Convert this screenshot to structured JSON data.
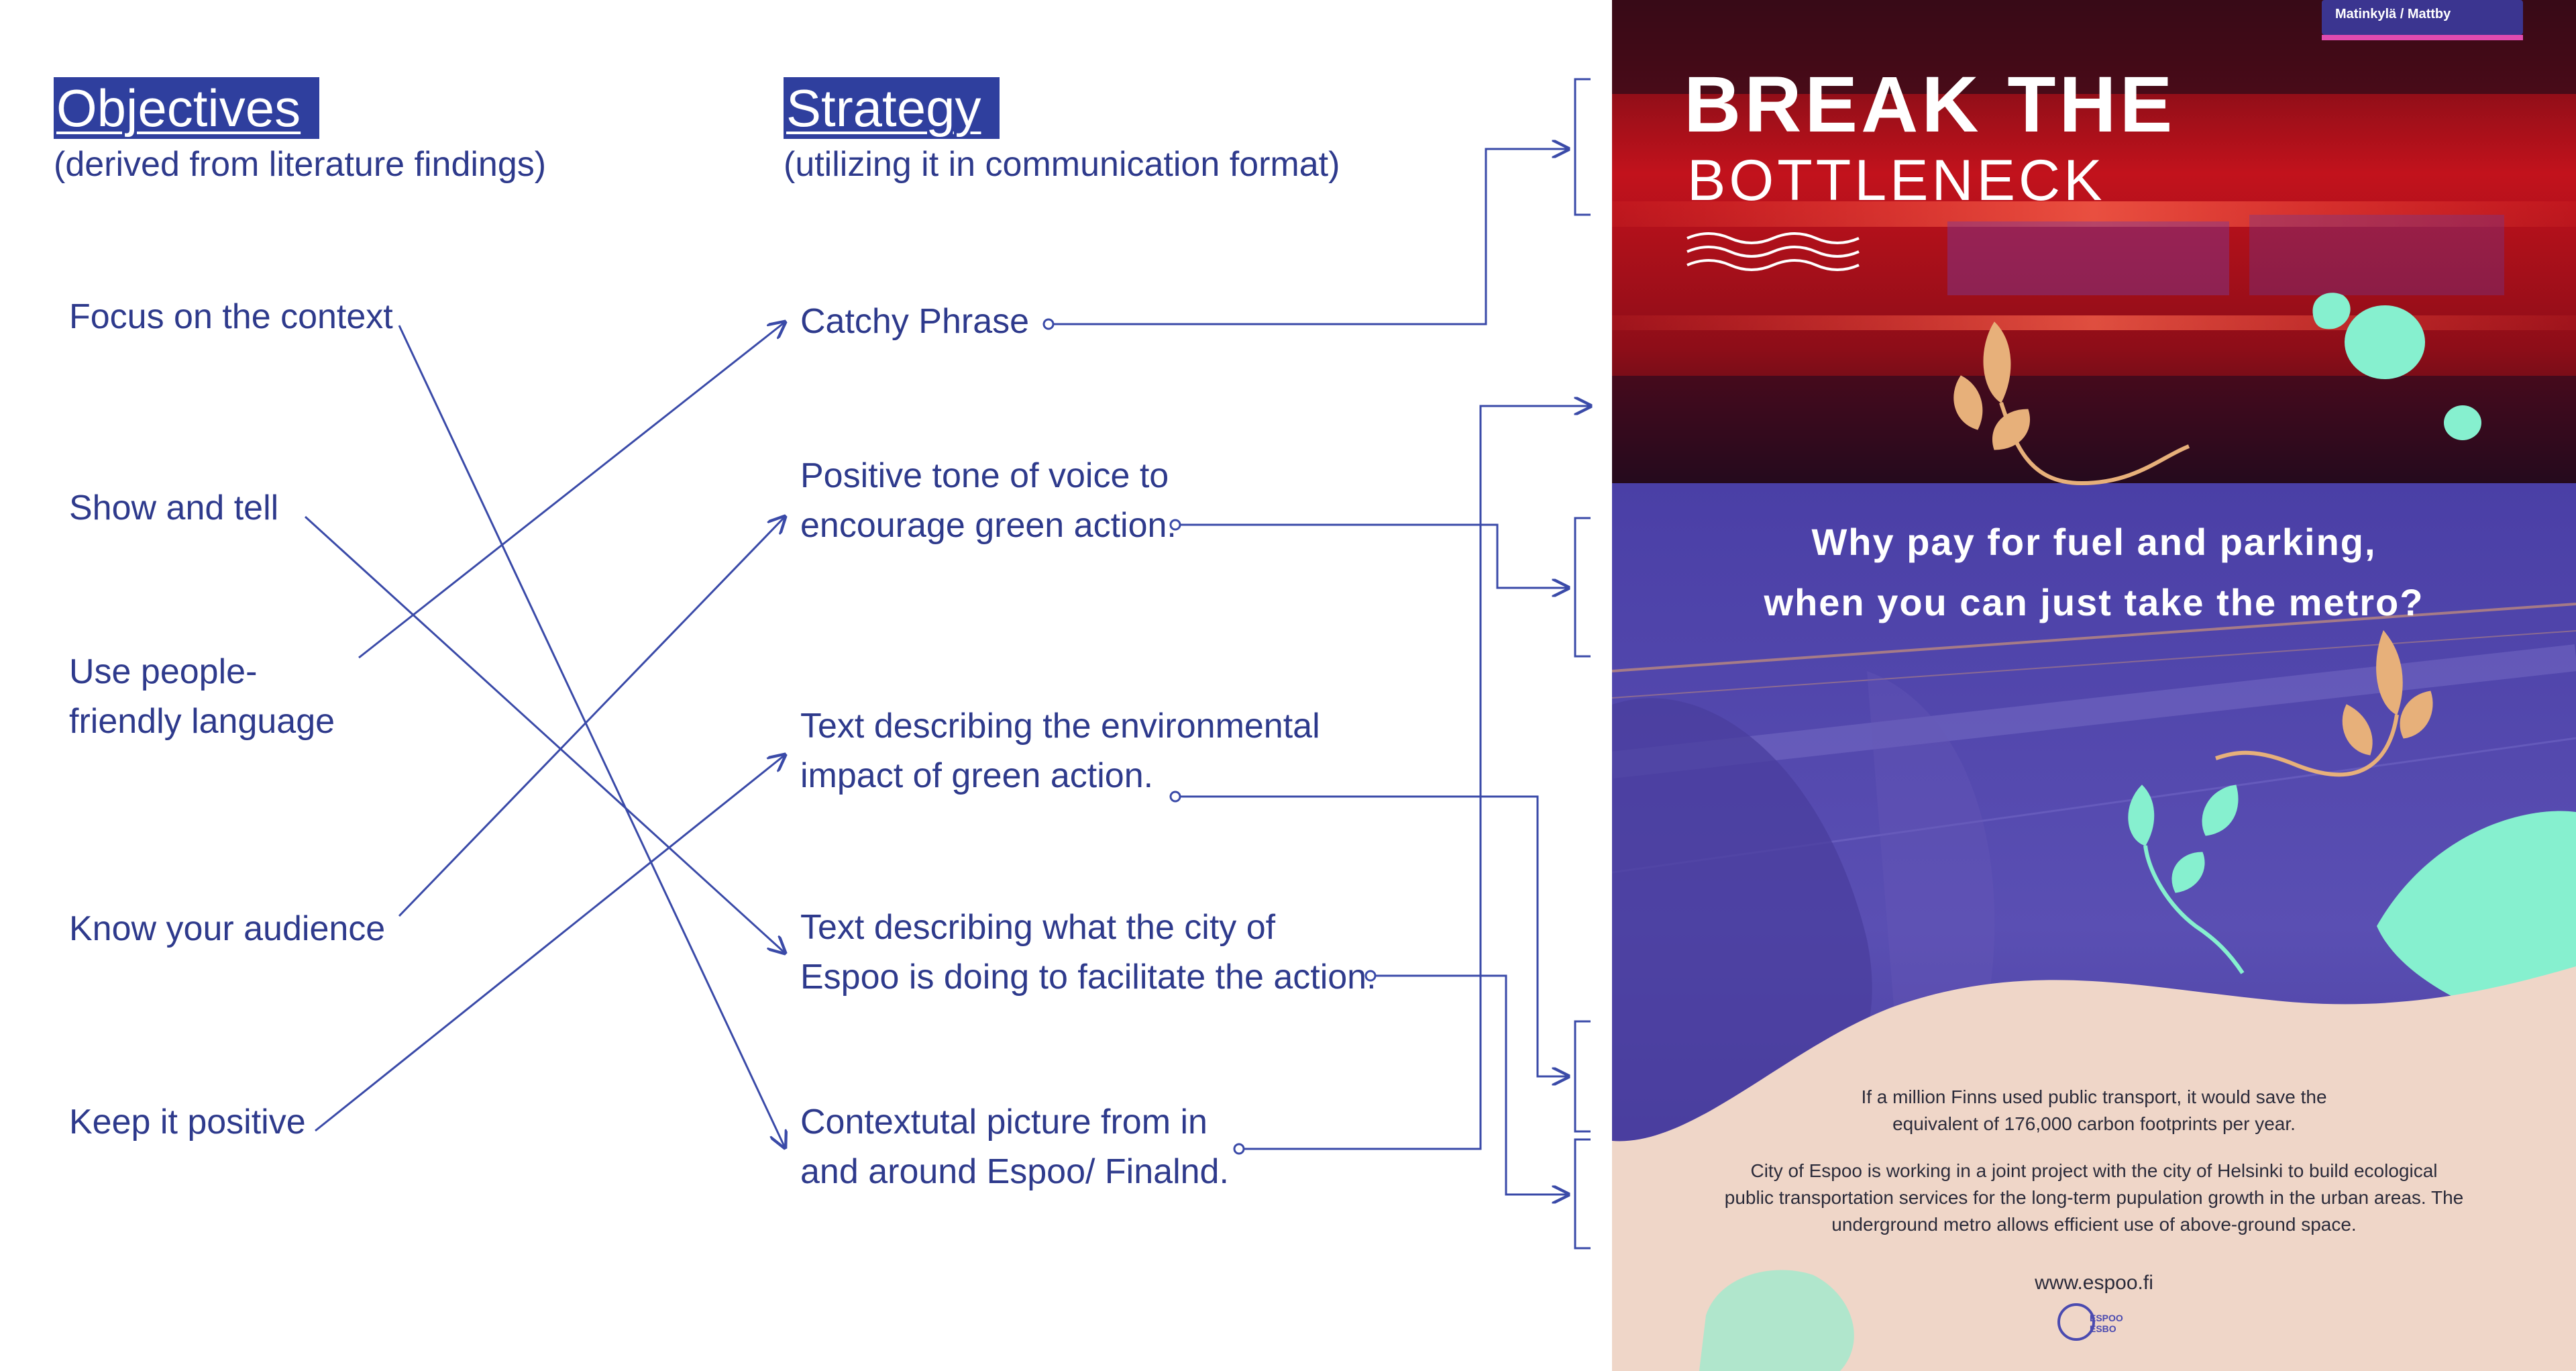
{
  "objectives": {
    "heading": "Objectives",
    "subheading": "(derived from literature findings)",
    "items": [
      "Focus on the context",
      "Show and tell",
      "Use people-\nfriendly language",
      "Know your audience",
      "Keep it positive"
    ]
  },
  "strategy": {
    "heading": "Strategy",
    "subheading": "(utilizing it in communication format)",
    "items": [
      "Catchy Phrase",
      "Positive tone of voice to\nencourage green action.",
      "Text describing the environmental\nimpact of green action.",
      "Text describing what the city of\nEspoo is doing to facilitate the action.",
      "Contextutal  picture from in\nand around Espoo/ Finalnd."
    ]
  },
  "poster": {
    "sign": "Matinkylä / Mattby",
    "title_line1": "BREAK THE",
    "title_line2": "BOTTLENECK",
    "question_line1": "Why pay for fuel and parking,",
    "question_line2": "when you can just take the metro?",
    "fact": "If a million Finns used public transport, it would save the\nequivalent of 176,000 carbon footprints per year.",
    "project": "City of Espoo is working in a joint project with the city of Helsinki to build ecological\npublic transportation services for the long-term pupulation growth in the urban areas. The\nunderground metro allows efficient use of above-ground space.",
    "url": "www.espoo.fi",
    "logo_line1": "ESPOO",
    "logo_line2": "ESBO"
  },
  "colors": {
    "accent": "#2f3f9e",
    "line": "#3a4aa8",
    "poster_purple": "#3b2f8f",
    "poster_peach": "#efd6c8",
    "poster_mint": "#86f0cf",
    "poster_orange": "#e7b07a"
  }
}
